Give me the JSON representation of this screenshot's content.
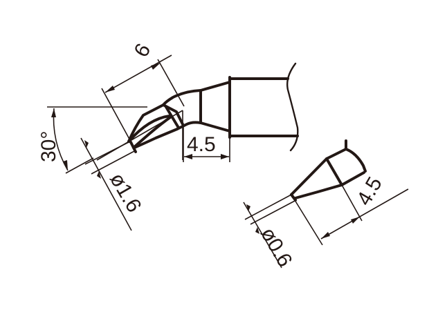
{
  "drawing": {
    "line_color": "#231815",
    "background": "#ffffff",
    "tip_a": {
      "description": "bent chisel soldering tip",
      "dimensions": {
        "length_6": "6",
        "angle_30": "30°",
        "diameter": "ø1.6",
        "shank_45": "4.5"
      }
    },
    "tip_b": {
      "description": "straight chisel tip (detail)",
      "dimensions": {
        "diameter": "ø0.6",
        "length_45": "4.5"
      }
    }
  }
}
